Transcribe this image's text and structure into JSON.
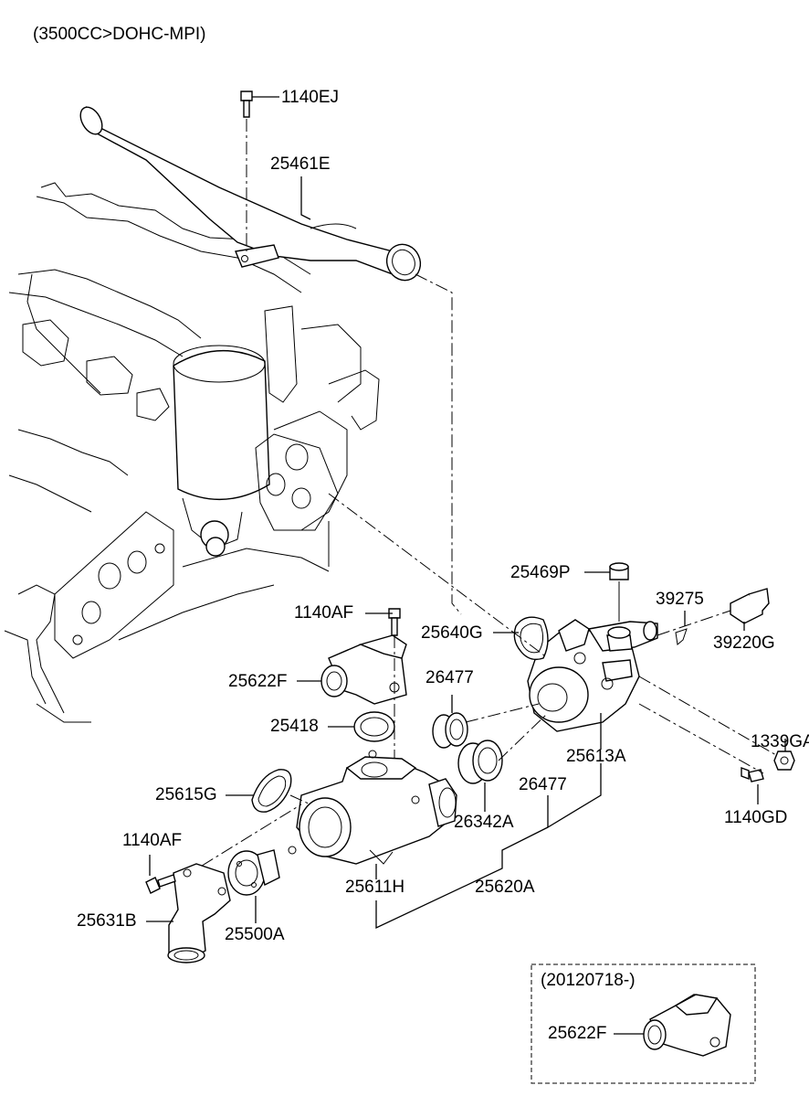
{
  "header": {
    "engine_spec": "(3500CC>DOHC-MPI)"
  },
  "inset": {
    "date_code": "(20120718-)",
    "part": "25622F"
  },
  "labels": {
    "p1140EJ": "1140EJ",
    "p25461E": "25461E",
    "p25469P": "25469P",
    "p39275": "39275",
    "p1140AF_top": "1140AF",
    "p25640G": "25640G",
    "p39220G": "39220G",
    "p25622F": "25622F",
    "p26477_a": "26477",
    "p25418": "25418",
    "p1339GA": "1339GA",
    "p25613A": "25613A",
    "p26477_b": "26477",
    "p25615G": "25615G",
    "p26342A": "26342A",
    "p1140GD": "1140GD",
    "p1140AF_left": "1140AF",
    "p25620A": "25620A",
    "p25611H": "25611H",
    "p25631B": "25631B",
    "p25500A": "25500A"
  }
}
